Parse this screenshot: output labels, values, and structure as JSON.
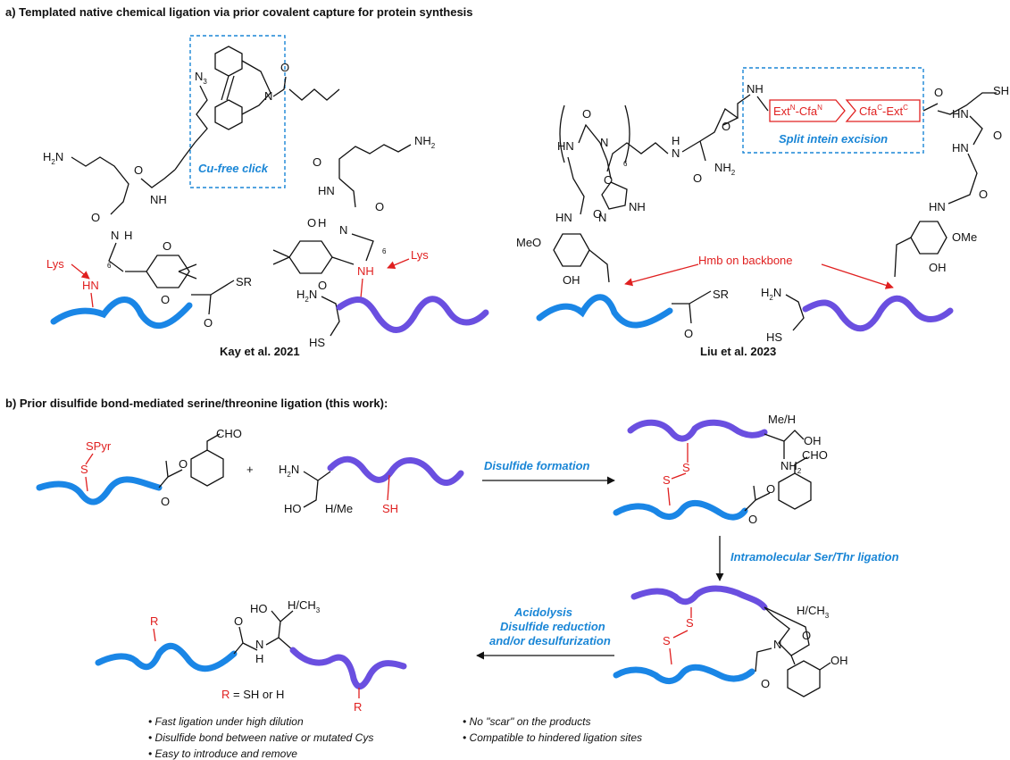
{
  "section_a": {
    "title": "a) Templated native chemical ligation via prior covalent capture for protein synthesis",
    "left": {
      "citation": "Kay et al. 2021",
      "click_label": "Cu-free click",
      "lys_label_1": "Lys",
      "lys_label_2": "Lys",
      "n3": "N",
      "n3_sub": "3",
      "h2n": "H",
      "h2n_sub": "2",
      "h2n_n": "N",
      "nh2_right": "NH",
      "nh2_right_sub": "2",
      "sr": "SR",
      "hs": "HS",
      "h2n_lower": "H",
      "h2n_lower_sub": "2",
      "h2n_lower_n": "N",
      "sub6_a": "6",
      "sub6_b": "6",
      "nh": "NH",
      "hn": "HN",
      "n": "N",
      "o": "O",
      "h": "H"
    },
    "right": {
      "citation": "Liu et al. 2023",
      "split_label": "Split intein excision",
      "ext_n": "Ext",
      "ext_n_sup": "N",
      "cfa_n": "-Cfa",
      "cfa_n_sup": "N",
      "cfa_c": "Cfa",
      "cfa_c_sup": "C",
      "ext_c": "-Ext",
      "ext_c_sup": "C",
      "hmb_label": "Hmb on backbone",
      "meo": "MeO",
      "ome": "OMe",
      "oh": "OH",
      "sr": "SR",
      "hs": "HS",
      "h2n": "H",
      "h2n_sub": "2",
      "h2n_n": "N",
      "nh2": "NH",
      "nh2_sub": "2",
      "sub6": "6",
      "nh": "NH",
      "hn": "HN",
      "n": "N",
      "o": "O",
      "h": "H",
      "sh": "SH"
    }
  },
  "section_b": {
    "title": "b) Prior disulfide bond-mediated serine/threonine ligation (this work):",
    "plus": "+",
    "spyr": "SPyr",
    "s": "S",
    "cho": "CHO",
    "h2n": "H",
    "h2n_sub": "2",
    "h2n_n": "N",
    "ho": "HO",
    "h_me": "H/Me",
    "sh": "SH",
    "me_h": "Me/H",
    "oh": "OH",
    "nh2": "NH",
    "nh2_sub": "2",
    "o": "O",
    "step1": "Disulfide formation",
    "step2": "Intramolecular Ser/Thr ligation",
    "step3_l1": "Acidolysis",
    "step3_l2": "Disulfide reduction",
    "step3_l3": "and/or desulfurization",
    "h_ch3": "H/CH",
    "h_ch3_sub": "3",
    "n": "N",
    "product_ho": "HO",
    "product_h_ch3": "H/CH",
    "product_h_ch3_sub": "3",
    "product_h": "H",
    "product_n": "N",
    "r": "R",
    "r_def": " = SH or H",
    "notes_left": [
      "Fast ligation under high dilution",
      "Disulfide bond between native or mutated Cys",
      "Easy to introduce and remove"
    ],
    "notes_right": [
      "No \"scar\" on the products",
      "Compatible to hindered ligation sites"
    ]
  },
  "colors": {
    "chain_blue": "#1a86e6",
    "chain_purple": "#6a4fe0",
    "label_blue": "#1a86d6",
    "label_red": "#e02020"
  }
}
